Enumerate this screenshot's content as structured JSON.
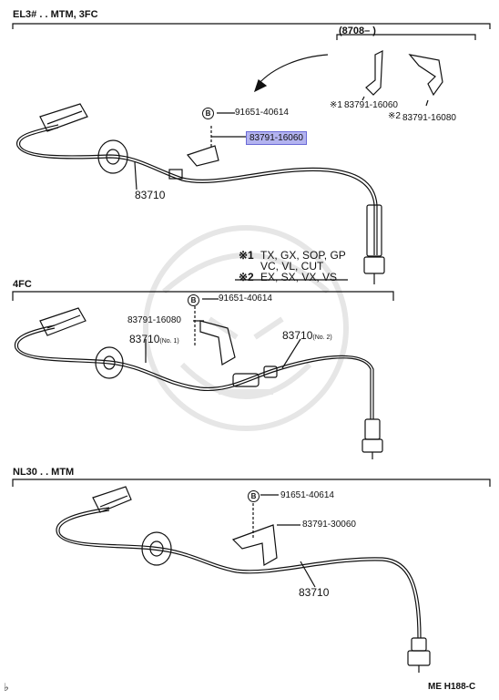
{
  "sections": {
    "s1_title": "EL3# . . MTM, 3FC",
    "s1_range": "(8708–        )",
    "s2_title": "4FC",
    "s3_title": "NL30 . . MTM"
  },
  "parts": {
    "s1_bolt": "91651-40614",
    "s1_bracket_highlight": "83791-16060",
    "s1_cable": "83710",
    "s1_alt1": "83791-16060",
    "s1_alt2": "83791-16080",
    "s1_alt1_mark": "※1",
    "s1_alt2_mark": "※2",
    "s2_bolt": "91651-40614",
    "s2_bracket": "83791-16080",
    "s2_cable_no1": "83710",
    "s2_cable_no1_suffix": "(No. 1)",
    "s2_cable_no2": "83710",
    "s2_cable_no2_suffix": "(No. 2)",
    "s3_bolt": "91651-40614",
    "s3_bracket": "83791-30060",
    "s3_cable": "83710"
  },
  "notes": {
    "n1_mark": "※1",
    "n1_line1": "TX, GX, SOP, GP",
    "n1_line2": "VC, VL, CUT",
    "n2_mark": "※2",
    "n2_line1": "EX, SX, VX, VS"
  },
  "bolt_letter": "B",
  "footer": {
    "ref": "ME H188-C",
    "corner_mark": "♭"
  },
  "colors": {
    "highlight": "#b3b3f0",
    "line": "#111111"
  }
}
